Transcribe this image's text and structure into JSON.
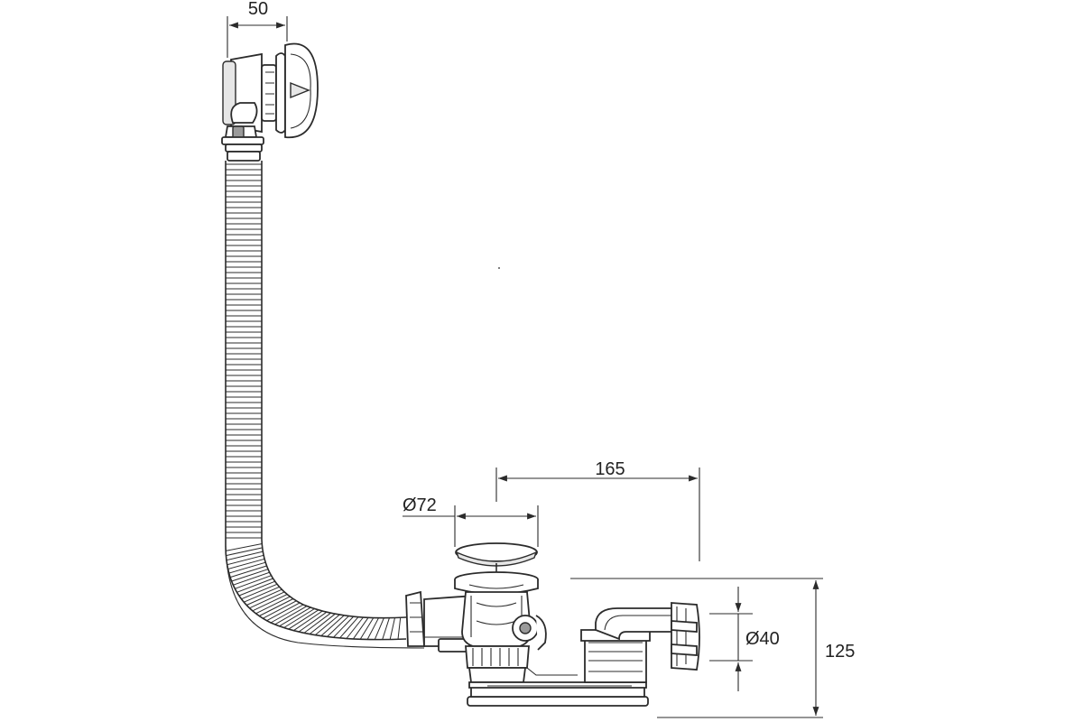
{
  "dimensions": {
    "overflow_width": "50",
    "drain_to_outlet": "165",
    "plug_diameter": "Ø72",
    "outlet_diameter": "Ø40",
    "total_height": "125"
  }
}
